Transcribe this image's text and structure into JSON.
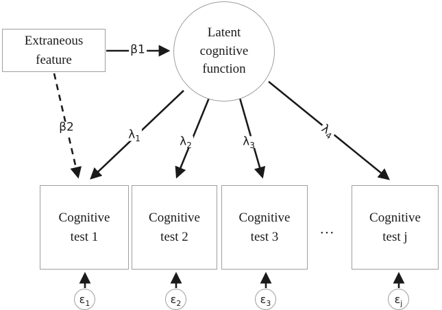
{
  "diagram": {
    "latent": {
      "label": "Latent cognitive function"
    },
    "extraneous": {
      "label": "Extraneous feature"
    },
    "tests": [
      {
        "label": "Cognitive test 1"
      },
      {
        "label": "Cognitive test 2"
      },
      {
        "label": "Cognitive test 3"
      },
      {
        "label": "Cognitive test j"
      }
    ],
    "ellipsis": "...",
    "paths": {
      "beta1": {
        "label": "β1"
      },
      "beta2": {
        "label": "β2"
      },
      "lambda1": {
        "symbol": "λ",
        "sub": "1"
      },
      "lambda2": {
        "symbol": "λ",
        "sub": "2"
      },
      "lambda3": {
        "symbol": "λ",
        "sub": "3"
      },
      "lambda4": {
        "symbol": "λ",
        "sub": "4"
      }
    },
    "errors": [
      {
        "symbol": "ε",
        "sub": "1"
      },
      {
        "symbol": "ε",
        "sub": "2"
      },
      {
        "symbol": "ε",
        "sub": "3"
      },
      {
        "symbol": "ε",
        "sub": "j"
      }
    ],
    "colors": {
      "line": "#1a1a1a",
      "shape_border": "#9e9e9e",
      "background": "#ffffff"
    }
  }
}
